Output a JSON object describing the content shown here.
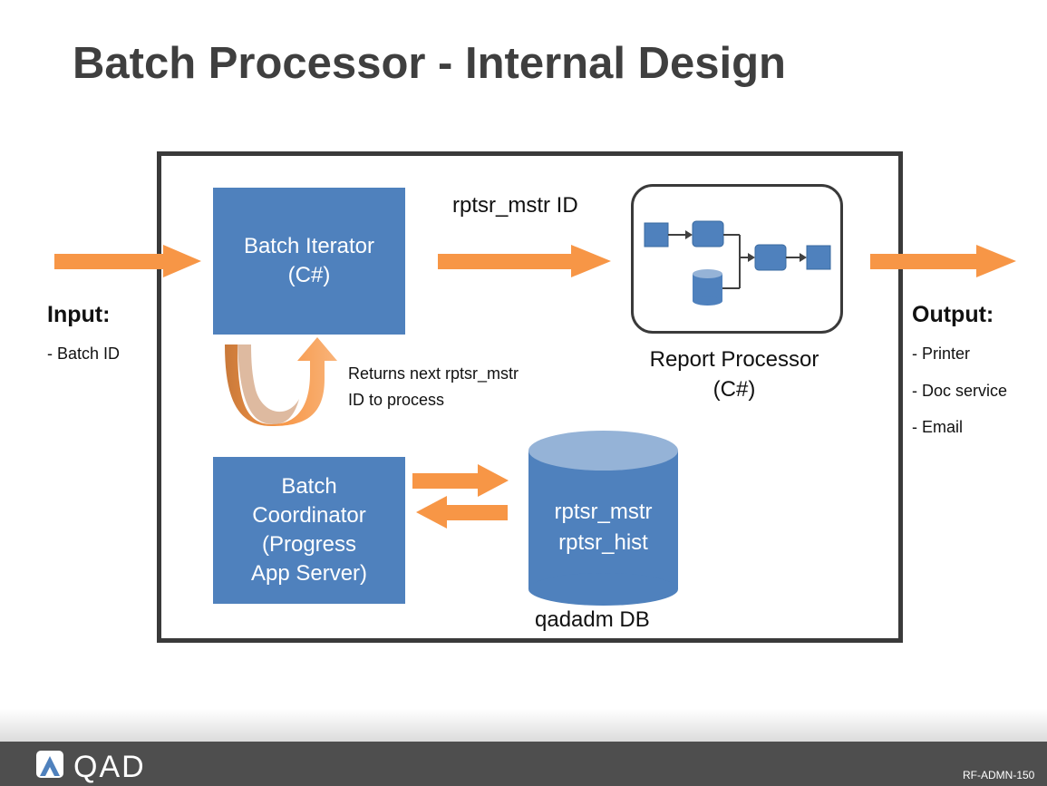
{
  "title": "Batch Processor - Internal Design",
  "input": {
    "heading": "Input:",
    "items": [
      "- Batch ID"
    ]
  },
  "output": {
    "heading": "Output:",
    "items": [
      "- Printer",
      "- Doc service",
      "- Email"
    ]
  },
  "batch_iterator": {
    "line1": "Batch Iterator",
    "line2": "(C#)"
  },
  "arrow_label_top": "rptsr_mstr ID",
  "report_processor": {
    "line1": "Report Processor",
    "line2": "(C#)"
  },
  "loop_label": {
    "line1": "Returns next rptsr_mstr",
    "line2": "ID to process"
  },
  "batch_coordinator": {
    "line1": "Batch",
    "line2": "Coordinator",
    "line3": "(Progress",
    "line4": "App Server)"
  },
  "database": {
    "line1": "rptsr_mstr",
    "line2": "rptsr_hist",
    "label": "qadadm DB"
  },
  "footer": {
    "logo": "QAD",
    "ref": "RF-ADMN-150"
  },
  "colors": {
    "accent_orange": "#f79646",
    "box_blue": "#4f81bd",
    "footer_gray": "#4e4e4e"
  }
}
